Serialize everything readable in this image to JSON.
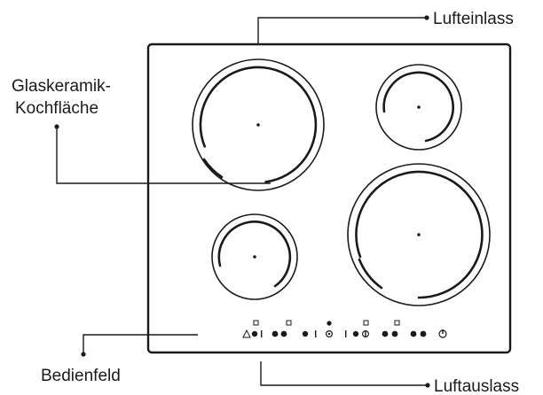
{
  "labels": {
    "air_inlet": "Lufteinlass",
    "ceramic_surface_line1": "Glaskeramik-",
    "ceramic_surface_line2": "Kochfläche",
    "control_panel": "Bedienfeld",
    "air_outlet": "Luftauslass"
  },
  "colors": {
    "stroke": "#1a1a1a",
    "background": "#ffffff"
  }
}
